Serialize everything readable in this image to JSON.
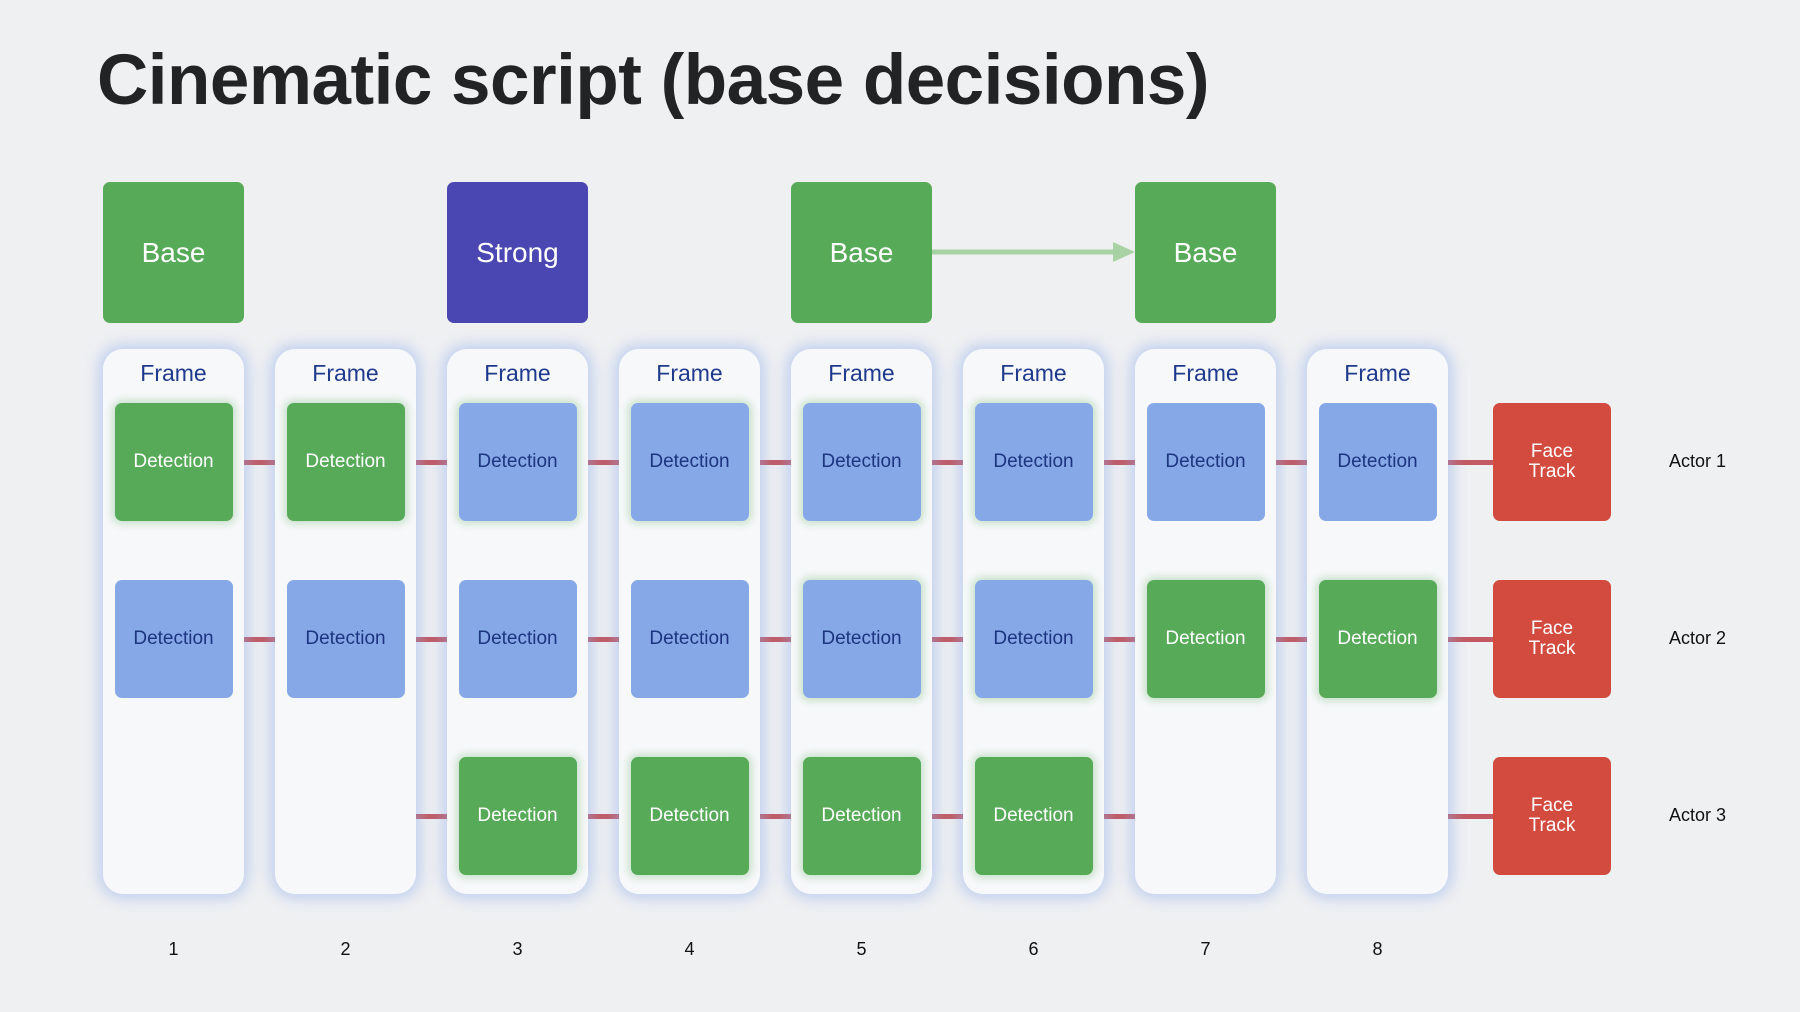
{
  "title": "Cinematic script (base decisions)",
  "colors": {
    "base_green": "#57ab58",
    "strong_indigo": "#4a47b3",
    "detection_blue": "#86a8e7",
    "face_track_red": "#d24b3e",
    "link_red": "#c35a63",
    "arrow_green": "#a8d2a4"
  },
  "decisions": [
    {
      "frame": 1,
      "label": "Base",
      "kind": "base"
    },
    {
      "frame": 3,
      "label": "Strong",
      "kind": "strong"
    },
    {
      "frame": 5,
      "label": "Base",
      "kind": "base"
    },
    {
      "frame": 7,
      "label": "Base",
      "kind": "base"
    }
  ],
  "decision_arrow": {
    "from_frame": 5,
    "to_frame": 7
  },
  "frames": [
    {
      "label": "Frame",
      "number": "1",
      "detections": [
        "base",
        "plain",
        null
      ]
    },
    {
      "label": "Frame",
      "number": "2",
      "detections": [
        "base",
        "plain",
        null
      ]
    },
    {
      "label": "Frame",
      "number": "3",
      "detections": [
        "strong",
        "plain",
        "base"
      ]
    },
    {
      "label": "Frame",
      "number": "4",
      "detections": [
        "strong",
        "plain",
        "base"
      ]
    },
    {
      "label": "Frame",
      "number": "5",
      "detections": [
        "strong",
        "strong",
        "base"
      ]
    },
    {
      "label": "Frame",
      "number": "6",
      "detections": [
        "strong",
        "strong",
        "base"
      ]
    },
    {
      "label": "Frame",
      "number": "7",
      "detections": [
        "plain",
        "base",
        null
      ]
    },
    {
      "label": "Frame",
      "number": "8",
      "detections": [
        "plain",
        "base",
        null
      ]
    }
  ],
  "detection_label": "Detection",
  "face_track": {
    "line1": "Face",
    "line2": "Track"
  },
  "actors": [
    "Actor 1",
    "Actor 2",
    "Actor 3"
  ]
}
